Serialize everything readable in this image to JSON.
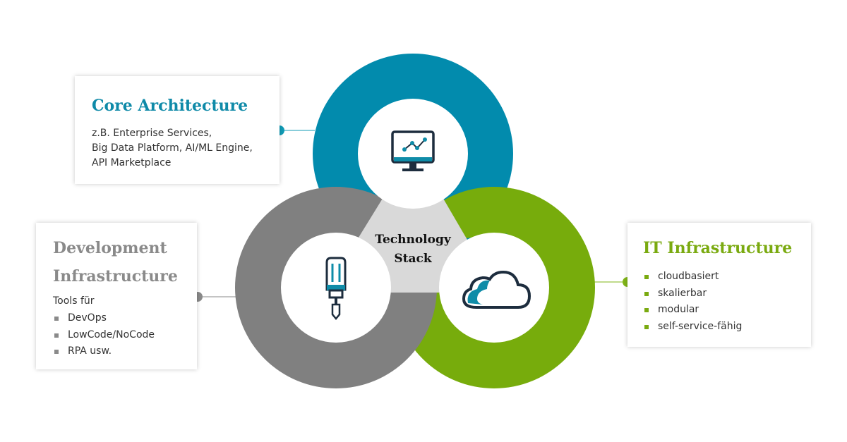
{
  "diagram": {
    "center_label": [
      "Technology",
      "Stack"
    ],
    "colors": {
      "core": "#028bad",
      "dev": "#808080",
      "it": "#77ac0c",
      "hub": "#d9d9d9",
      "connector_core": "#109bb6",
      "connector_dev": "#8a8a8a",
      "connector_it": "#80b517",
      "icon_dark": "#1d2d3e",
      "icon_blue": "#0f8ca8"
    },
    "icons": {
      "core": "monitor-chart-icon",
      "dev": "screwdriver-icon",
      "it": "cloud-icon"
    }
  },
  "cards": {
    "core": {
      "title": "Core Architecture",
      "lines": [
        "z.B. Enterprise Services,",
        "Big Data Platform, AI/ML Engine,",
        "API Marketplace"
      ]
    },
    "dev": {
      "title": [
        "Development",
        "Infrastructure"
      ],
      "intro": "Tools für",
      "items": [
        "DevOps",
        "LowCode/NoCode",
        "RPA usw."
      ]
    },
    "it": {
      "title": "IT Infrastructure",
      "items": [
        "cloudbasiert",
        "skalierbar",
        "modular",
        "self-service-fähig"
      ]
    }
  }
}
